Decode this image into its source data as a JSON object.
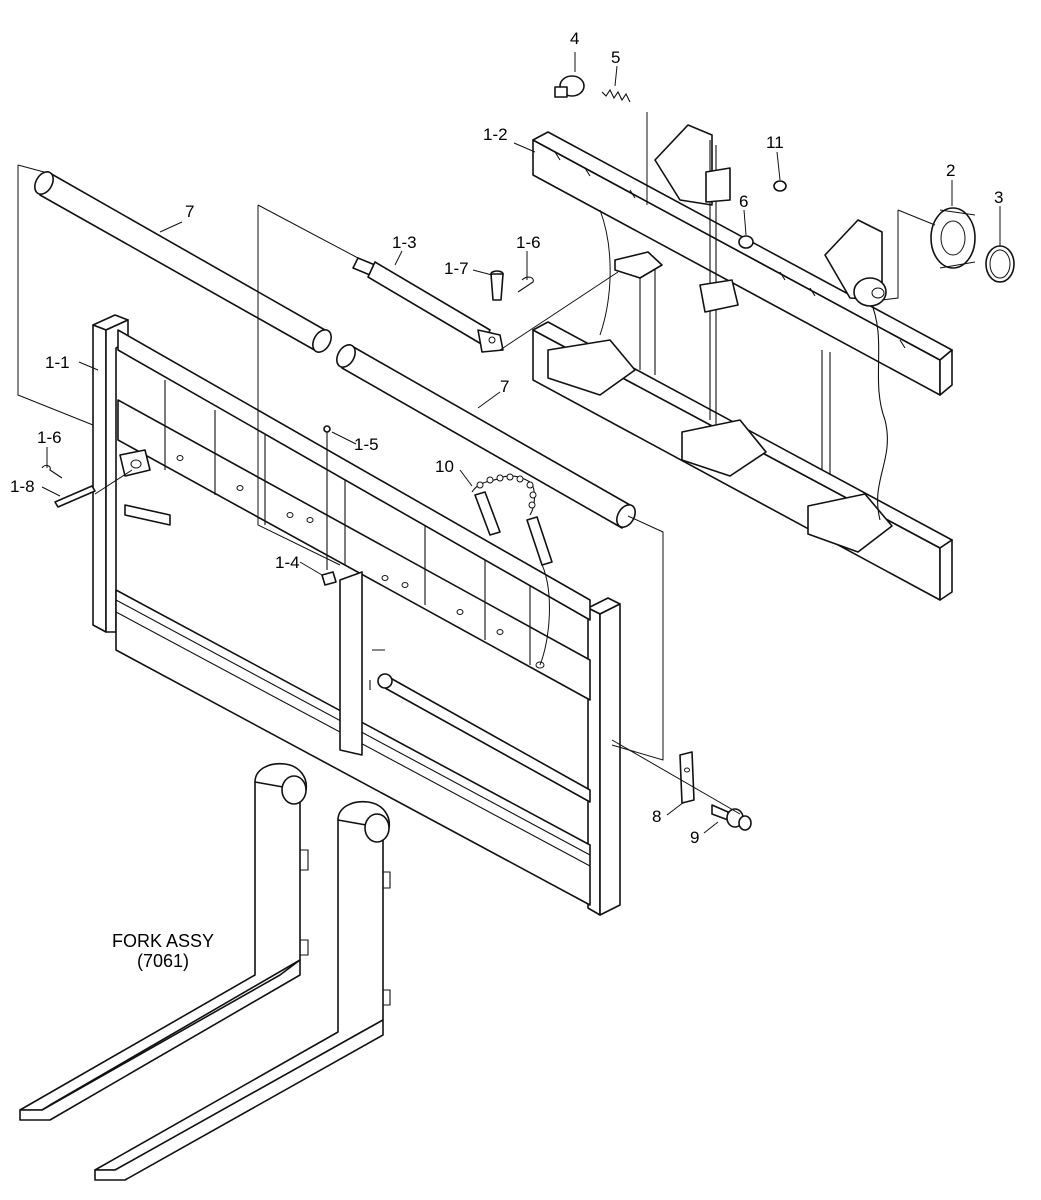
{
  "diagram": {
    "fork_assy": {
      "line1": "FORK ASSY",
      "line2": "(7061)"
    },
    "callouts": [
      {
        "id": "c-4",
        "text": "4"
      },
      {
        "id": "c-5",
        "text": "5"
      },
      {
        "id": "c-1-2",
        "text": "1-2"
      },
      {
        "id": "c-11",
        "text": "11"
      },
      {
        "id": "c-2",
        "text": "2"
      },
      {
        "id": "c-3",
        "text": "3"
      },
      {
        "id": "c-6a",
        "text": "6"
      },
      {
        "id": "c-7a",
        "text": "7"
      },
      {
        "id": "c-1-3",
        "text": "1-3"
      },
      {
        "id": "c-1-6a",
        "text": "1-6"
      },
      {
        "id": "c-1-7",
        "text": "1-7"
      },
      {
        "id": "c-1-1",
        "text": "1-1"
      },
      {
        "id": "c-7b",
        "text": "7"
      },
      {
        "id": "c-1-6b",
        "text": "1-6"
      },
      {
        "id": "c-1-5",
        "text": "1-5"
      },
      {
        "id": "c-1-8",
        "text": "1-8"
      },
      {
        "id": "c-10",
        "text": "10"
      },
      {
        "id": "c-1-4",
        "text": "1-4"
      },
      {
        "id": "c-8",
        "text": "8"
      },
      {
        "id": "c-9",
        "text": "9"
      }
    ]
  }
}
